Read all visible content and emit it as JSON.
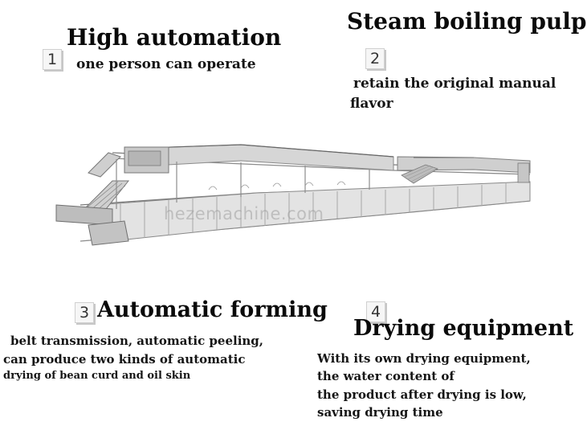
{
  "features": [
    {
      "number": "1",
      "title": "High automation",
      "lines": [
        "one person can operate"
      ]
    },
    {
      "number": "2",
      "title": "Steam boiling pulp",
      "lines": [
        "retain the original manual",
        "flavor"
      ]
    },
    {
      "number": "3",
      "title": "Automatic forming",
      "lines": [
        "belt transmission, automatic peeling,",
        "can produce two kinds of automatic",
        "drying of bean curd and oil skin"
      ]
    },
    {
      "number": "4",
      "title": "Drying equipment",
      "lines": [
        "With its own drying equipment,",
        "the water content of",
        "the product after drying is low,",
        "saving drying time"
      ]
    }
  ],
  "watermark": "hezemachine.com",
  "colors": {
    "text": "#111111",
    "machine_steel": "#9a9a9a",
    "machine_shadow": "#6f6f6f",
    "number_box": "#f6f6f6"
  }
}
